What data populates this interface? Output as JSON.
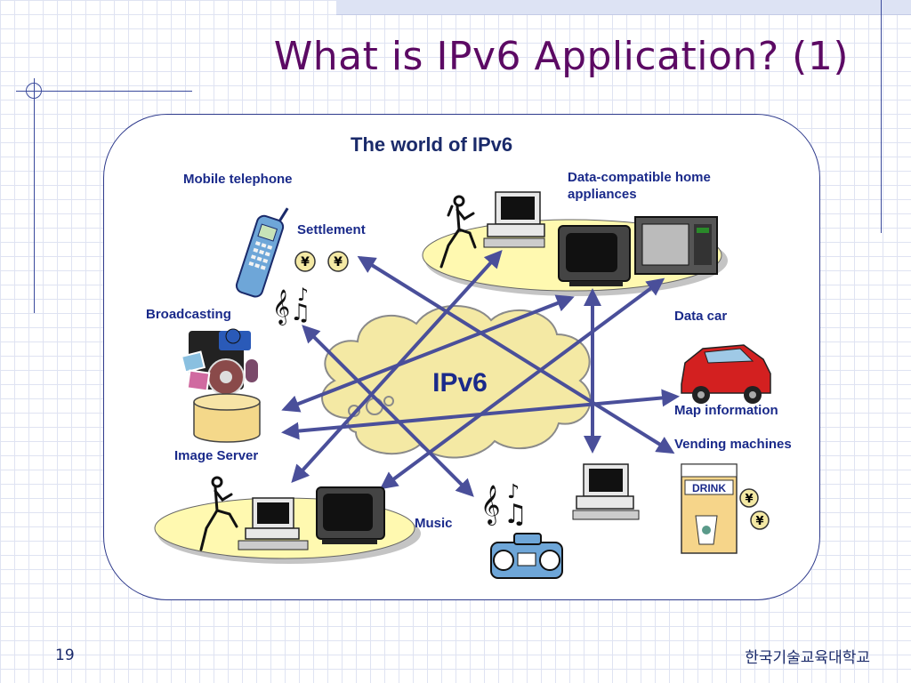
{
  "slide": {
    "title": "What is IPv6 Application? (1)",
    "page_number": "19",
    "organization": "한국기술교육대학교"
  },
  "diagram": {
    "heading": "The world of IPv6",
    "center_label": "IPv6",
    "labels": {
      "mobile_telephone": "Mobile telephone",
      "settlement": "Settlement",
      "broadcasting": "Broadcasting",
      "image_server": "Image Server",
      "music": "Music",
      "data_appliances_line1": "Data-compatible home",
      "data_appliances_line2": "appliances",
      "data_car": "Data car",
      "map_information": "Map information",
      "vending_machines": "Vending machines",
      "drink": "DRINK"
    },
    "currency_symbol": "¥",
    "colors": {
      "title": "#5c0a64",
      "label": "#1a2a8a",
      "cloud": "#f4e9a4",
      "arrow": "#4a4f9a",
      "ellipse": "#fff9b0"
    }
  }
}
